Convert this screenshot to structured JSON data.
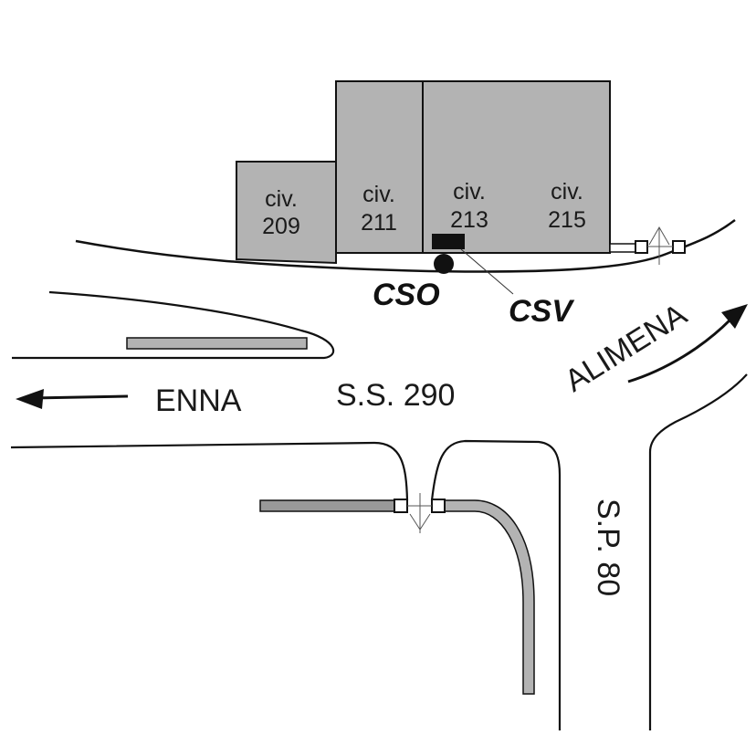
{
  "map": {
    "colors": {
      "building_fill": "#b3b3b3",
      "outline": "#111111",
      "background": "#ffffff"
    },
    "buildings": [
      {
        "line1": "civ.",
        "line2": "209"
      },
      {
        "line1": "civ.",
        "line2": "211"
      },
      {
        "line1": "civ.",
        "line2": "213"
      },
      {
        "line1": "civ.",
        "line2": "215"
      }
    ],
    "markers": {
      "cso_label": "CSO",
      "csv_label": "CSV"
    },
    "roads": {
      "main_road": "S.S. 290",
      "side_road": "S.P. 80",
      "west_direction": "ENNA",
      "northeast_direction": "ALIMENA"
    },
    "icons": {
      "west_arrow": "arrow-left-icon",
      "northeast_arrow": "arrow-up-right-icon",
      "csv_marker": "rectangle-marker",
      "cso_marker": "circle-marker"
    }
  }
}
